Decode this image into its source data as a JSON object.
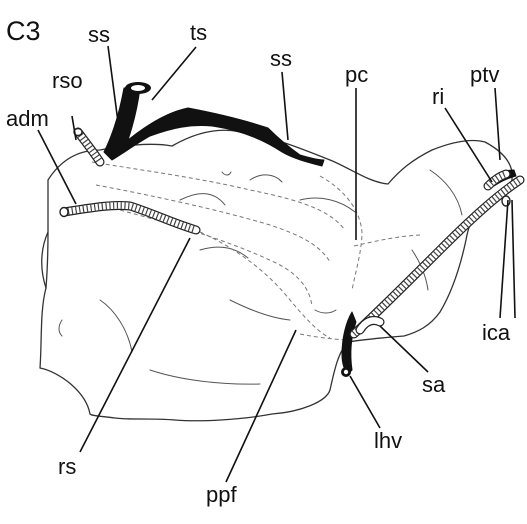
{
  "figure": {
    "panel_label": "C3",
    "labels": {
      "ss_left": "ss",
      "ts": "ts",
      "ss_right": "ss",
      "pc": "pc",
      "rso": "rso",
      "adm": "adm",
      "ptv": "ptv",
      "ri": "ri",
      "ica": "ica",
      "sa": "sa",
      "lhv": "lhv",
      "rs": "rs",
      "ppf": "ppf"
    }
  }
}
